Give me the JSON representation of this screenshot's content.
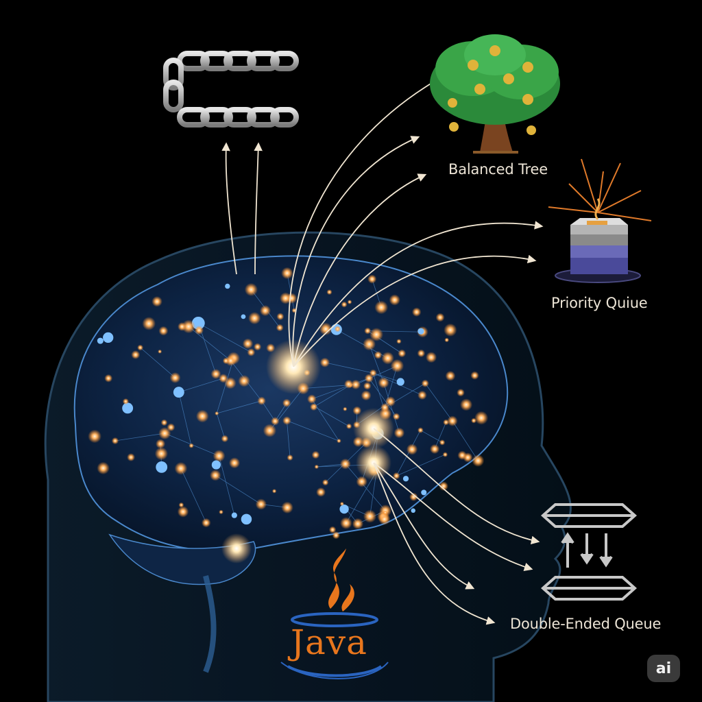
{
  "labels": {
    "balanced_tree": "Balanced Tree",
    "priority_queue": "Priority Quiue",
    "double_ended_queue": "Double-Ended Queue"
  },
  "logo": {
    "java": "Java"
  },
  "badge": {
    "ai": "ai"
  },
  "icons": [
    "chain-icon",
    "tree-icon",
    "stack-icon",
    "deque-icon",
    "java-logo",
    "brain",
    "head-silhouette"
  ],
  "colors": {
    "background": "#000000",
    "arrow": "#f1e6d2",
    "node_glow": "#ffb463",
    "brain_mesh": "#5aa0e8",
    "java_orange": "#e8761d",
    "java_blue": "#2a64c0"
  }
}
